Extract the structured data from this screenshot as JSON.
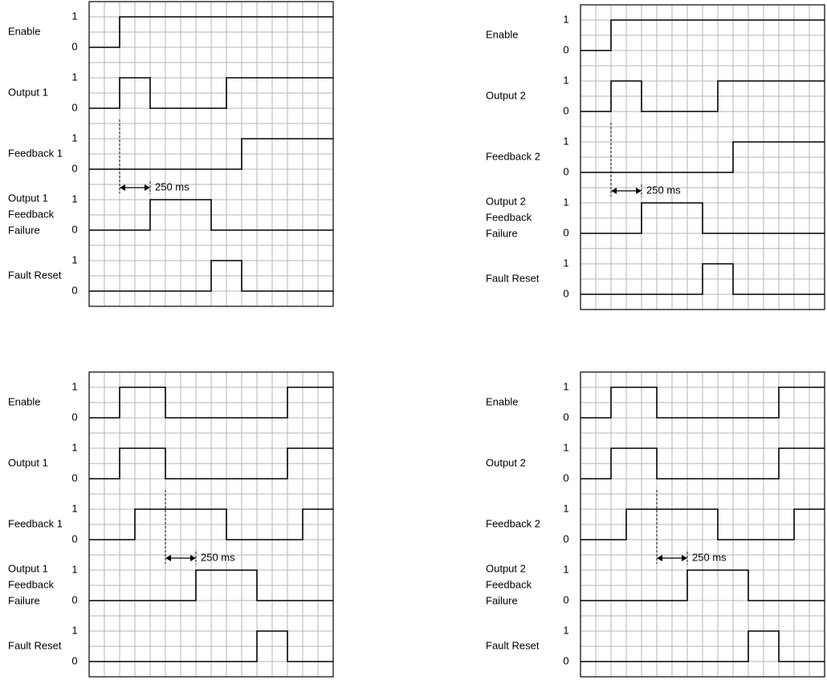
{
  "diagrams": [
    {
      "dashed_marker_step": 2,
      "signals": [
        {
          "label_lines": [
            "Enable"
          ],
          "high_label": "1",
          "low_label": "0",
          "levels": [
            0,
            0,
            1,
            1,
            1,
            1,
            1,
            1,
            1,
            1,
            1,
            1,
            1,
            1,
            1,
            1
          ]
        },
        {
          "label_lines": [
            "Output 1"
          ],
          "high_label": "1",
          "low_label": "0",
          "levels": [
            0,
            0,
            1,
            1,
            0,
            0,
            0,
            0,
            0,
            1,
            1,
            1,
            1,
            1,
            1,
            1
          ]
        },
        {
          "label_lines": [
            "Feedback 1"
          ],
          "high_label": "1",
          "low_label": "0",
          "levels": [
            0,
            0,
            0,
            0,
            0,
            0,
            0,
            0,
            0,
            0,
            1,
            1,
            1,
            1,
            1,
            1
          ]
        },
        {
          "label_lines": [
            "Output 1",
            "Feedback",
            "Failure"
          ],
          "high_label": "1",
          "low_label": "0",
          "levels": [
            0,
            0,
            0,
            0,
            1,
            1,
            1,
            1,
            0,
            0,
            0,
            0,
            0,
            0,
            0,
            0
          ]
        },
        {
          "label_lines": [
            "Fault Reset"
          ],
          "high_label": "1",
          "low_label": "0",
          "levels": [
            0,
            0,
            0,
            0,
            0,
            0,
            0,
            0,
            1,
            1,
            0,
            0,
            0,
            0,
            0,
            0
          ]
        }
      ],
      "timing": {
        "from_step": 2,
        "to_step": 4,
        "label": "250 ms"
      }
    },
    {
      "dashed_marker_step": 2,
      "signals": [
        {
          "label_lines": [
            "Enable"
          ],
          "high_label": "1",
          "low_label": "0",
          "levels": [
            0,
            0,
            1,
            1,
            1,
            1,
            1,
            1,
            1,
            1,
            1,
            1,
            1,
            1,
            1,
            1
          ]
        },
        {
          "label_lines": [
            "Output 2"
          ],
          "high_label": "1",
          "low_label": "0",
          "levels": [
            0,
            0,
            1,
            1,
            0,
            0,
            0,
            0,
            0,
            1,
            1,
            1,
            1,
            1,
            1,
            1
          ]
        },
        {
          "label_lines": [
            "Feedback 2"
          ],
          "high_label": "1",
          "low_label": "0",
          "levels": [
            0,
            0,
            0,
            0,
            0,
            0,
            0,
            0,
            0,
            0,
            1,
            1,
            1,
            1,
            1,
            1
          ]
        },
        {
          "label_lines": [
            "Output 2",
            "Feedback",
            "Failure"
          ],
          "high_label": "1",
          "low_label": "0",
          "levels": [
            0,
            0,
            0,
            0,
            1,
            1,
            1,
            1,
            0,
            0,
            0,
            0,
            0,
            0,
            0,
            0
          ]
        },
        {
          "label_lines": [
            "Fault Reset"
          ],
          "high_label": "1",
          "low_label": "0",
          "levels": [
            0,
            0,
            0,
            0,
            0,
            0,
            0,
            0,
            1,
            1,
            0,
            0,
            0,
            0,
            0,
            0
          ]
        }
      ],
      "timing": {
        "from_step": 2,
        "to_step": 4,
        "label": "250 ms"
      }
    },
    {
      "dashed_marker_step": 5,
      "signals": [
        {
          "label_lines": [
            "Enable"
          ],
          "high_label": "1",
          "low_label": "0",
          "levels": [
            0,
            0,
            1,
            1,
            1,
            0,
            0,
            0,
            0,
            0,
            0,
            0,
            0,
            1,
            1,
            1
          ]
        },
        {
          "label_lines": [
            "Output 1"
          ],
          "high_label": "1",
          "low_label": "0",
          "levels": [
            0,
            0,
            1,
            1,
            1,
            0,
            0,
            0,
            0,
            0,
            0,
            0,
            0,
            1,
            1,
            1
          ]
        },
        {
          "label_lines": [
            "Feedback 1"
          ],
          "high_label": "1",
          "low_label": "0",
          "levels": [
            0,
            0,
            0,
            1,
            1,
            1,
            1,
            1,
            1,
            0,
            0,
            0,
            0,
            0,
            1,
            1
          ]
        },
        {
          "label_lines": [
            "Output 1",
            "Feedback",
            "Failure"
          ],
          "high_label": "1",
          "low_label": "0",
          "levels": [
            0,
            0,
            0,
            0,
            0,
            0,
            0,
            1,
            1,
            1,
            1,
            0,
            0,
            0,
            0,
            0
          ]
        },
        {
          "label_lines": [
            "Fault Reset"
          ],
          "high_label": "1",
          "low_label": "0",
          "levels": [
            0,
            0,
            0,
            0,
            0,
            0,
            0,
            0,
            0,
            0,
            0,
            1,
            1,
            0,
            0,
            0
          ]
        }
      ],
      "timing": {
        "from_step": 5,
        "to_step": 7,
        "label": "250 ms"
      }
    },
    {
      "dashed_marker_step": 5,
      "signals": [
        {
          "label_lines": [
            "Enable"
          ],
          "high_label": "1",
          "low_label": "0",
          "levels": [
            0,
            0,
            1,
            1,
            1,
            0,
            0,
            0,
            0,
            0,
            0,
            0,
            0,
            1,
            1,
            1
          ]
        },
        {
          "label_lines": [
            "Output 2"
          ],
          "high_label": "1",
          "low_label": "0",
          "levels": [
            0,
            0,
            1,
            1,
            1,
            0,
            0,
            0,
            0,
            0,
            0,
            0,
            0,
            1,
            1,
            1
          ]
        },
        {
          "label_lines": [
            "Feedback 2"
          ],
          "high_label": "1",
          "low_label": "0",
          "levels": [
            0,
            0,
            0,
            1,
            1,
            1,
            1,
            1,
            1,
            0,
            0,
            0,
            0,
            0,
            1,
            1
          ]
        },
        {
          "label_lines": [
            "Output 2",
            "Feedback",
            "Failure"
          ],
          "high_label": "1",
          "low_label": "0",
          "levels": [
            0,
            0,
            0,
            0,
            0,
            0,
            0,
            1,
            1,
            1,
            1,
            0,
            0,
            0,
            0,
            0
          ]
        },
        {
          "label_lines": [
            "Fault Reset"
          ],
          "high_label": "1",
          "low_label": "0",
          "levels": [
            0,
            0,
            0,
            0,
            0,
            0,
            0,
            0,
            0,
            0,
            0,
            1,
            1,
            0,
            0,
            0
          ]
        }
      ],
      "timing": {
        "from_step": 5,
        "to_step": 7,
        "label": "250 ms"
      }
    }
  ],
  "colors": {
    "grid": "#b4b4b4",
    "line": "#000000",
    "background": "#ffffff"
  }
}
